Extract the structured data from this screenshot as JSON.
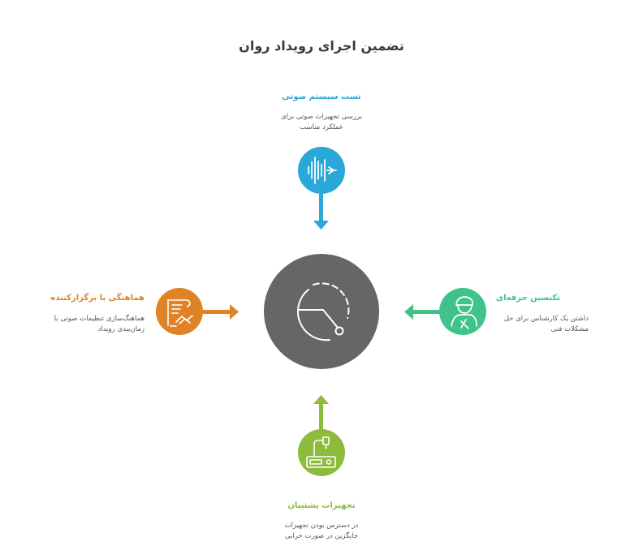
{
  "title": "تضمین اجرای رویداد روان",
  "colors": {
    "center": "#666666",
    "top": "#29a8d9",
    "right": "#3fc38a",
    "bottom": "#8dbb3c",
    "left": "#e08327"
  },
  "center": {
    "icon": "clock-fast-forward-icon"
  },
  "steps": {
    "top": {
      "title": "تست سیستم صوتی",
      "desc": [
        "بررسی تجهیزات صوتی برای",
        "عملکرد مناسب"
      ],
      "icon": "sound-wave-icon"
    },
    "right": {
      "title": "تکنسین حرفه‌ای",
      "desc": [
        "داشتن یک کارشناس برای حل",
        "مشکلات فنی"
      ],
      "icon": "technician-icon"
    },
    "bottom": {
      "title": "تجهیزات پشتیبان",
      "desc": [
        "در دسترس بودن تجهیزات",
        "جایگزین در صورت خرابی"
      ],
      "icon": "backup-equipment-icon"
    },
    "left": {
      "title": "هماهنگی با برگزارکننده",
      "desc": [
        "هماهنگ‌سازی تنظیمات صوتی با",
        "زمان‌بندی رویداد"
      ],
      "icon": "handshake-contract-icon"
    }
  }
}
